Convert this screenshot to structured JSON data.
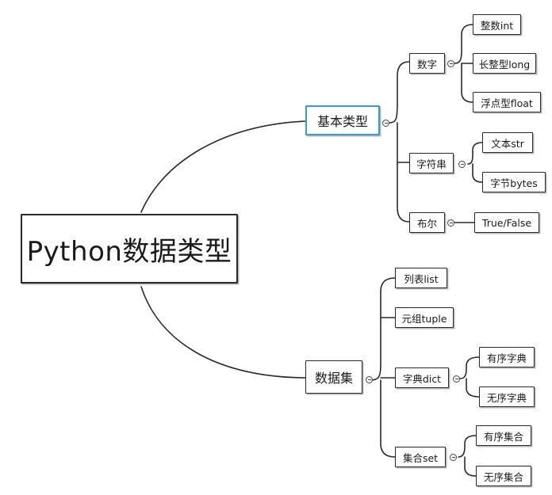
{
  "root": {
    "label": "Python数据类型"
  },
  "basic": {
    "label": "基本类型",
    "number": {
      "label": "数字",
      "children": [
        "整数int",
        "长整型long",
        "浮点型float"
      ]
    },
    "string": {
      "label": "字符串",
      "children": [
        "文本str",
        "字节bytes"
      ]
    },
    "bool": {
      "label": "布尔",
      "children": [
        "True/False"
      ]
    }
  },
  "dataset": {
    "label": "数据集",
    "list": {
      "label": "列表list"
    },
    "tuple": {
      "label": "元组tuple"
    },
    "dict": {
      "label": "字典dict",
      "children": [
        "有序字典",
        "无序字典"
      ]
    },
    "set": {
      "label": "集合set",
      "children": [
        "有序集合",
        "无序集合"
      ]
    }
  },
  "icons": {
    "collapse": "collapse-minus-icon"
  },
  "colors": {
    "line": "#2a2a2a",
    "selected_border": "#3a9ad9"
  }
}
